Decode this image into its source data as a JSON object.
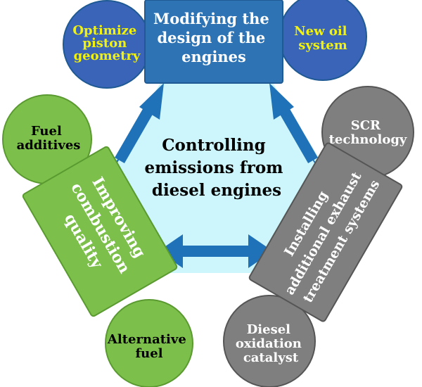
{
  "center": {
    "lines": [
      "Controlling",
      "emissions from",
      "diesel engines"
    ]
  },
  "branches": {
    "top": {
      "lines": [
        "Modifying the",
        "design of the",
        "engines"
      ]
    },
    "left": {
      "lines": [
        "Improving",
        "combustion",
        "quality"
      ]
    },
    "right": {
      "lines": [
        "Installing",
        "additional exhaust",
        "treatment systems"
      ]
    }
  },
  "leaves": {
    "piston": {
      "lines": [
        "Optimize",
        "piston",
        "geometry"
      ]
    },
    "oil": {
      "lines": [
        "New oil",
        "system"
      ]
    },
    "fuel_add": {
      "lines": [
        "Fuel",
        "additives"
      ]
    },
    "alt_fuel": {
      "lines": [
        "Alternative",
        "fuel"
      ]
    },
    "scr": {
      "lines": [
        "SCR",
        "technology"
      ]
    },
    "diesel_cat": {
      "lines": [
        "Diesel",
        "oxidation",
        "catalyst"
      ]
    }
  },
  "colors": {
    "hexagon": "#ccf6fb",
    "blue": "#2e74b5",
    "blue_dark": "#1f5a94",
    "blue_circle": "#3a64b8",
    "arrow": "#1f72b8",
    "green": "#7cc04b",
    "green_dark": "#5a9a30",
    "gray": "#7f7f7f",
    "gray_dark": "#555555",
    "yellow_text": "#f2f20c",
    "white": "#ffffff",
    "black": "#000000"
  }
}
